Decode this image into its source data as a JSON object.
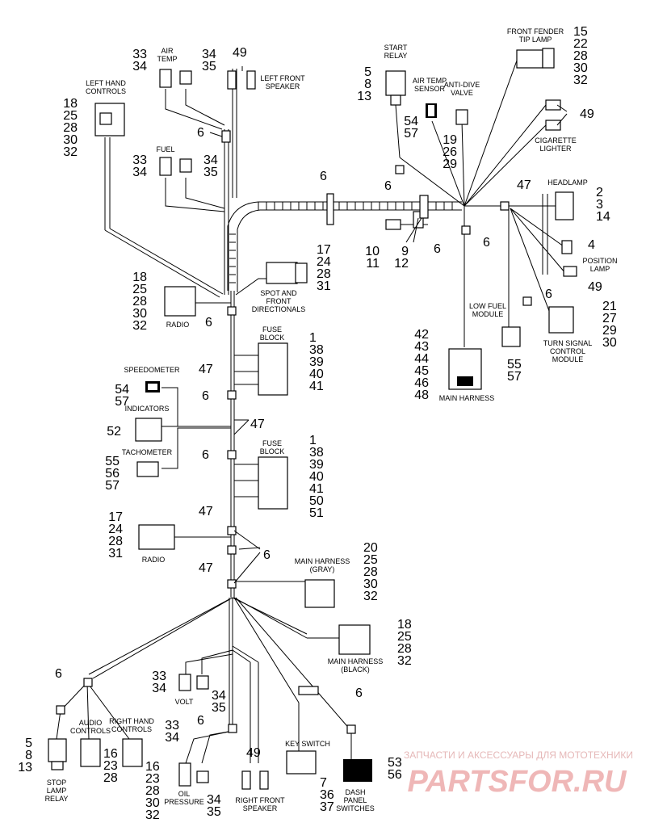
{
  "components": {
    "left_hand_controls": "LEFT HAND CONTROLS",
    "air_temp": "AIR TEMP",
    "left_front_speaker": "LEFT FRONT SPEAKER",
    "fuel": "FUEL",
    "start_relay": "START RELAY",
    "air_temp_sensor": "AIR TEMP SENSOR",
    "anti_dive_valve": "ANTI-DIVE VALVE",
    "front_fender_tip_lamp": "FRONT FENDER TIP LAMP",
    "cigarette_lighter": "CIGARETTE LIGHTER",
    "headlamp": "HEADLAMP",
    "position_lamp": "POSITION LAMP",
    "low_fuel_module": "LOW FUEL MODULE",
    "turn_signal_control_module": "TURN SIGNAL CONTROL MODULE",
    "main_harness_top": "MAIN HARNESS",
    "spot_front_directionals": "SPOT AND FRONT DIRECTIONALS",
    "radio_top": "RADIO",
    "fuse_block_1": "FUSE BLOCK",
    "speedometer": "SPEEDOMETER",
    "indicators": "INDICATORS",
    "tachometer": "TACHOMETER",
    "fuse_block_2": "FUSE BLOCK",
    "radio_bottom": "RADIO",
    "main_harness_gray": "MAIN HARNESS (GRAY)",
    "main_harness_black": "MAIN HARNESS (BLACK)",
    "volt": "VOLT",
    "audio_controls": "AUDIO CONTROLS",
    "right_hand_controls": "RIGHT HAND CONTROLS",
    "stop_lamp_relay": "STOP LAMP RELAY",
    "oil_pressure": "OIL PRESSURE",
    "right_front_speaker": "RIGHT FRONT SPEAKER",
    "key_switch": "KEY SWITCH",
    "dash_panel_switches": "DASH PANEL SWITCHES"
  },
  "callouts": {
    "left_hand_controls": [
      "18",
      "25",
      "28",
      "30",
      "32"
    ],
    "air_temp": [
      "33",
      "34"
    ],
    "air_temp_term": [
      "34",
      "35"
    ],
    "left_front_speaker": [
      "49"
    ],
    "fuel": [
      "33",
      "34"
    ],
    "fuel_term": [
      "34",
      "35"
    ],
    "start_relay": [
      "5",
      "8",
      "13"
    ],
    "air_temp_sensor": [
      "54",
      "57"
    ],
    "anti_dive_valve": [
      "19",
      "26",
      "29"
    ],
    "front_fender_tip_lamp": [
      "15",
      "22",
      "28",
      "30",
      "32"
    ],
    "cigarette_lighter": [
      "49"
    ],
    "headlamp": [
      "2",
      "3",
      "14"
    ],
    "position_lamp_a": [
      "4"
    ],
    "position_lamp_b": [
      "49"
    ],
    "turn_signal_module": [
      "21",
      "27",
      "29",
      "30"
    ],
    "low_fuel_module": [
      "55",
      "57"
    ],
    "main_harness_top": [
      "42",
      "43",
      "44",
      "45",
      "46",
      "48"
    ],
    "bracket_a": [
      "10",
      "11"
    ],
    "bracket_b": [
      "9",
      "12"
    ],
    "spot_front_directionals": [
      "17",
      "24",
      "28",
      "31"
    ],
    "radio_top": [
      "18",
      "25",
      "28",
      "30",
      "32"
    ],
    "fuse_block_1": [
      "1",
      "38",
      "39",
      "40",
      "41"
    ],
    "speedometer": [
      "54",
      "57"
    ],
    "indicators": [
      "52"
    ],
    "tachometer": [
      "55",
      "56",
      "57"
    ],
    "fuse_block_2": [
      "1",
      "38",
      "39",
      "40",
      "41",
      "50",
      "51"
    ],
    "radio_bottom": [
      "17",
      "24",
      "28",
      "31"
    ],
    "main_harness_gray": [
      "20",
      "25",
      "28",
      "30",
      "32"
    ],
    "main_harness_black": [
      "18",
      "25",
      "28",
      "32"
    ],
    "volt": [
      "33",
      "34"
    ],
    "volt_term": [
      "34",
      "35"
    ],
    "stop_lamp_relay": [
      "5",
      "8",
      "13"
    ],
    "audio_controls": [
      "16",
      "23",
      "28"
    ],
    "right_hand_controls": [
      "16",
      "23",
      "28",
      "30",
      "32"
    ],
    "oil_pressure": [
      "33",
      "34"
    ],
    "oil_pressure_term": [
      "34",
      "35"
    ],
    "right_front_speaker": [
      "49"
    ],
    "key_switch": [
      "7",
      "36",
      "37"
    ],
    "dash_panel_switches": [
      "53",
      "56"
    ],
    "clip": "6",
    "harness_wrap": "47"
  },
  "watermark": {
    "caption": "ЗАПЧАСТИ И АКСЕССУАРЫ ДЛЯ МОТОТЕХНИКИ",
    "logo": "PARTSFOR.RU"
  }
}
